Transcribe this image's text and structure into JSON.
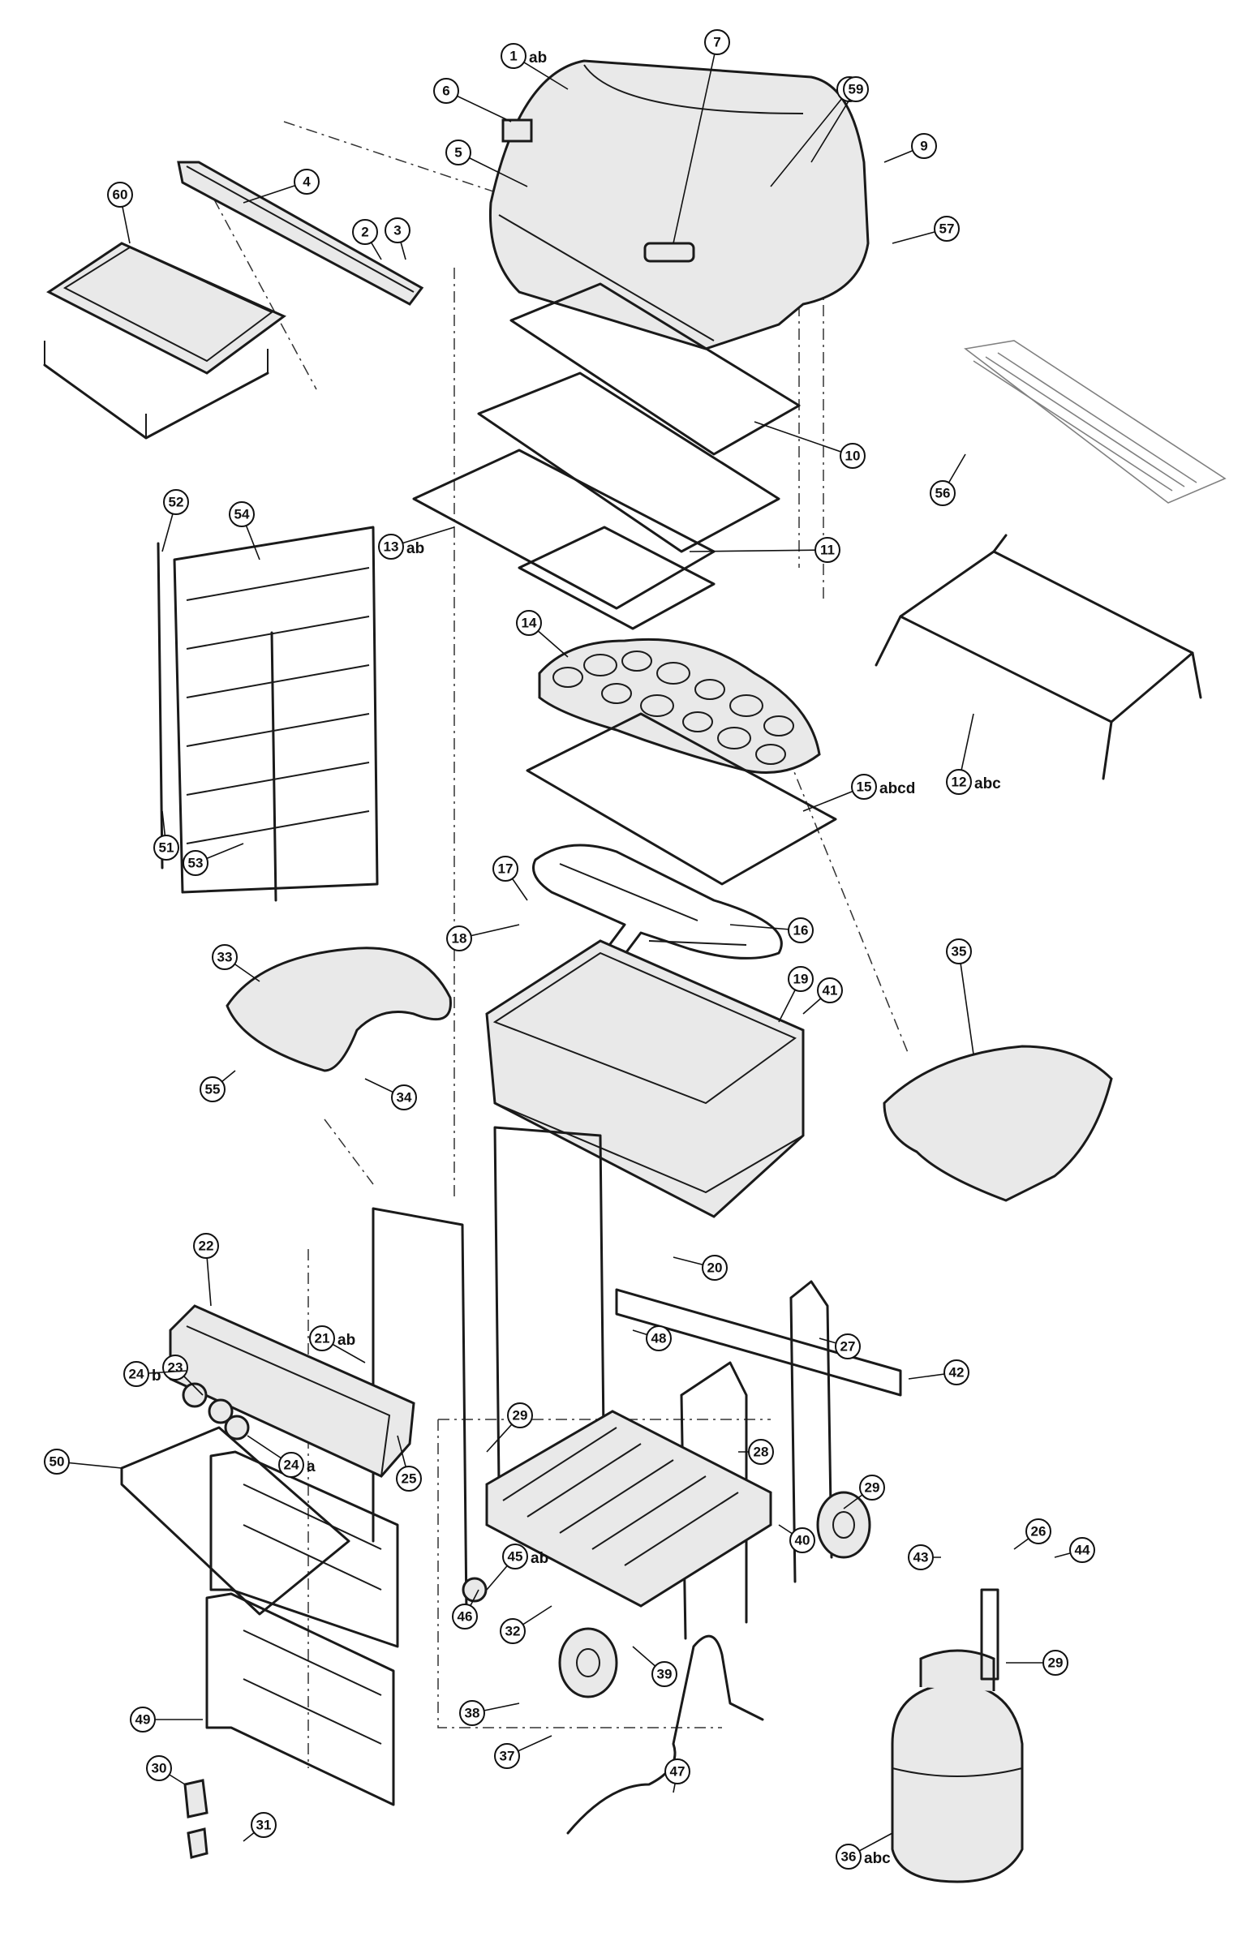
{
  "callouts": [
    {
      "id": "1",
      "suffix": "ab"
    },
    {
      "id": "2",
      "suffix": ""
    },
    {
      "id": "3",
      "suffix": ""
    },
    {
      "id": "4",
      "suffix": ""
    },
    {
      "id": "5",
      "suffix": ""
    },
    {
      "id": "6",
      "suffix": ""
    },
    {
      "id": "7",
      "suffix": ""
    },
    {
      "id": "8",
      "suffix": ""
    },
    {
      "id": "9",
      "suffix": ""
    },
    {
      "id": "10",
      "suffix": ""
    },
    {
      "id": "11",
      "suffix": ""
    },
    {
      "id": "12",
      "suffix": "abc"
    },
    {
      "id": "13",
      "suffix": "ab"
    },
    {
      "id": "14",
      "suffix": ""
    },
    {
      "id": "15",
      "suffix": "abcd"
    },
    {
      "id": "16",
      "suffix": ""
    },
    {
      "id": "17",
      "suffix": ""
    },
    {
      "id": "18",
      "suffix": ""
    },
    {
      "id": "19",
      "suffix": ""
    },
    {
      "id": "20",
      "suffix": ""
    },
    {
      "id": "21",
      "suffix": "ab"
    },
    {
      "id": "22",
      "suffix": ""
    },
    {
      "id": "23",
      "suffix": ""
    },
    {
      "id": "24",
      "suffix": "b"
    },
    {
      "id": "24",
      "suffix": "a"
    },
    {
      "id": "25",
      "suffix": ""
    },
    {
      "id": "26",
      "suffix": ""
    },
    {
      "id": "27",
      "suffix": ""
    },
    {
      "id": "28",
      "suffix": ""
    },
    {
      "id": "29",
      "suffix": ""
    },
    {
      "id": "29",
      "suffix": ""
    },
    {
      "id": "29",
      "suffix": ""
    },
    {
      "id": "30",
      "suffix": ""
    },
    {
      "id": "31",
      "suffix": ""
    },
    {
      "id": "32",
      "suffix": ""
    },
    {
      "id": "33",
      "suffix": ""
    },
    {
      "id": "34",
      "suffix": ""
    },
    {
      "id": "35",
      "suffix": ""
    },
    {
      "id": "36",
      "suffix": "abc"
    },
    {
      "id": "37",
      "suffix": ""
    },
    {
      "id": "38",
      "suffix": ""
    },
    {
      "id": "39",
      "suffix": ""
    },
    {
      "id": "40",
      "suffix": ""
    },
    {
      "id": "41",
      "suffix": ""
    },
    {
      "id": "42",
      "suffix": ""
    },
    {
      "id": "43",
      "suffix": ""
    },
    {
      "id": "44",
      "suffix": ""
    },
    {
      "id": "45",
      "suffix": "ab"
    },
    {
      "id": "46",
      "suffix": ""
    },
    {
      "id": "47",
      "suffix": ""
    },
    {
      "id": "48",
      "suffix": ""
    },
    {
      "id": "49",
      "suffix": ""
    },
    {
      "id": "50",
      "suffix": ""
    },
    {
      "id": "51",
      "suffix": ""
    },
    {
      "id": "52",
      "suffix": ""
    },
    {
      "id": "53",
      "suffix": ""
    },
    {
      "id": "54",
      "suffix": ""
    },
    {
      "id": "55",
      "suffix": ""
    },
    {
      "id": "56",
      "suffix": ""
    },
    {
      "id": "57",
      "suffix": ""
    },
    {
      "id": "59",
      "suffix": ""
    },
    {
      "id": "60",
      "suffix": ""
    }
  ]
}
